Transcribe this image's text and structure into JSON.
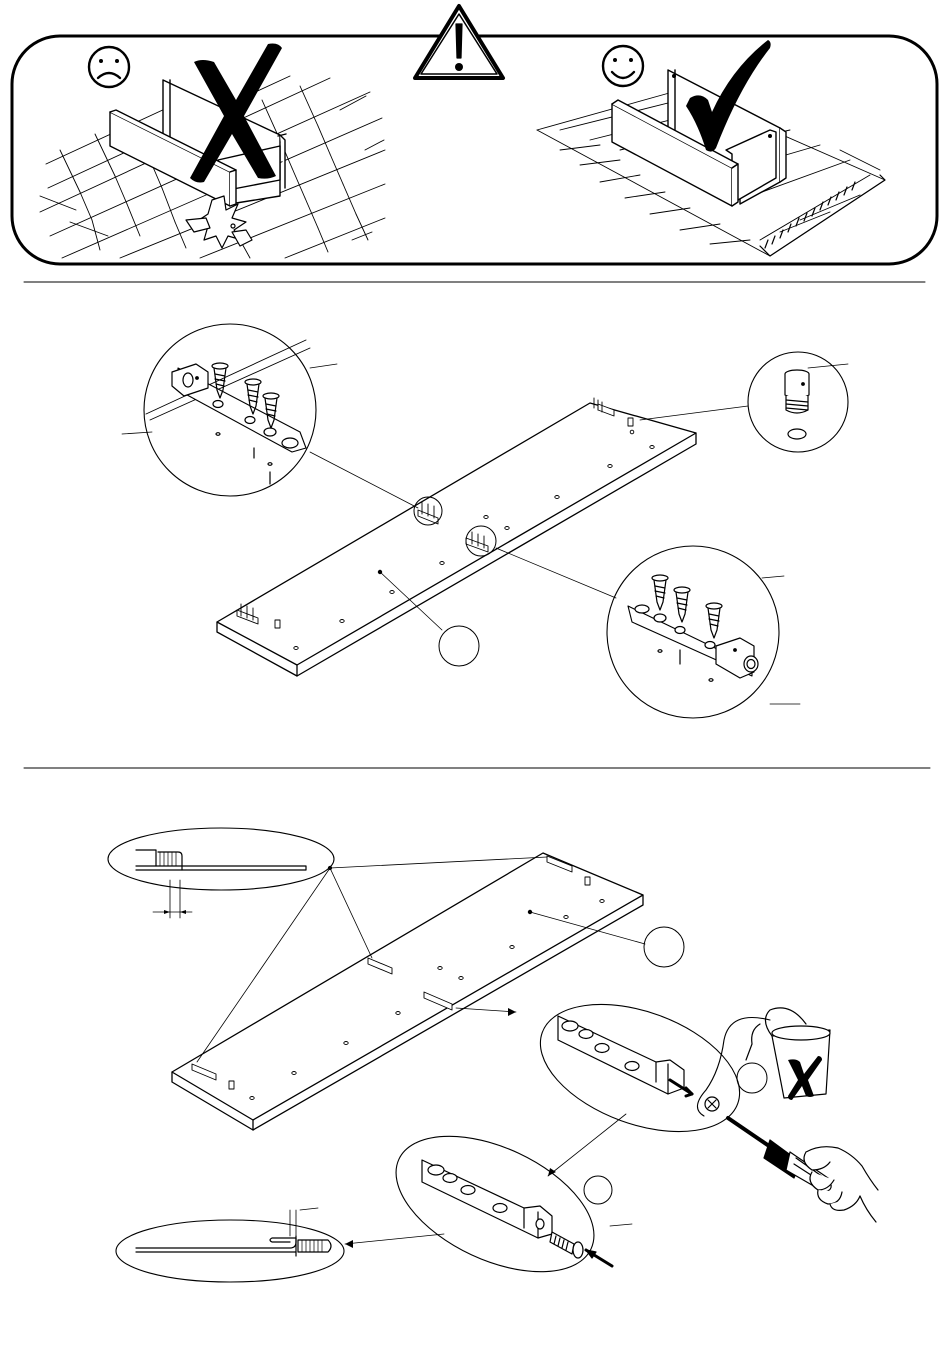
{
  "page": {
    "title": "",
    "background": "#ffffff",
    "ink": "#000000"
  },
  "warning_panel": {
    "icon": "warning-triangle-icon",
    "wrong_example": {
      "icons": [
        "sad-face-icon",
        "cross-mark-icon"
      ]
    },
    "right_example": {
      "icons": [
        "happy-face-icon",
        "check-mark-icon"
      ]
    }
  },
  "step_1": {
    "callouts": [
      "hinge-plate-detail",
      "cam-dowel-detail",
      "hinge-plate-detail-right"
    ]
  },
  "step_2": {
    "callouts": [
      "bolt-gap-detail",
      "plate-screw-detail",
      "bolt-insert-detail"
    ],
    "icons": [
      "screwdriver-icon",
      "glue-pot-icon",
      "cross-mark-icon"
    ]
  }
}
